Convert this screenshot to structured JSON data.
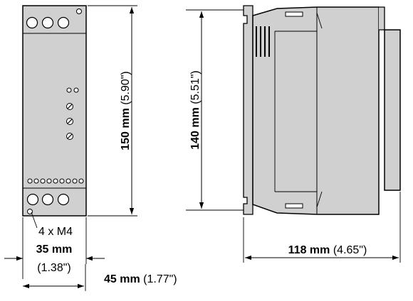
{
  "colors": {
    "body_fill": "#d0d0d0",
    "stroke": "#000000",
    "background": "#ffffff"
  },
  "labels": {
    "height_front": {
      "value": "150 mm",
      "sub": " (5.90\")"
    },
    "height_side": {
      "value": "140 mm",
      "sub": " (5.51\")"
    },
    "screws": "4 x M4",
    "width_inner": {
      "value": "35 mm",
      "sub": "(1.38\")"
    },
    "width_outer": {
      "value": "45 mm",
      "sub": " (1.77\")"
    },
    "depth": {
      "value": "118 mm",
      "sub": " (4.65\")"
    }
  }
}
